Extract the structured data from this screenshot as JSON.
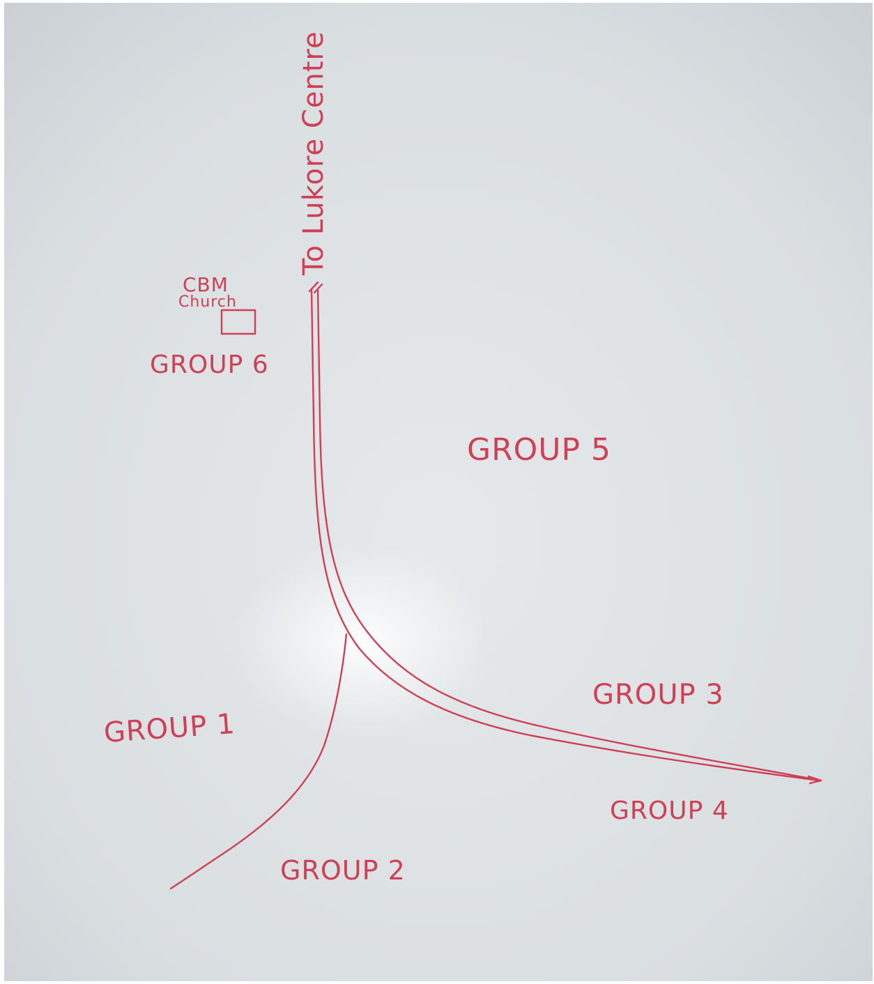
{
  "sketch": {
    "medium": "whiteboard",
    "ink_color": "#cf3f55",
    "board_color": "#dfe3e6"
  },
  "road": {
    "label": "To Lukore Centre"
  },
  "landmark": {
    "line1": "CBM",
    "line2": "Church"
  },
  "groups": {
    "group1": "GROUP 1",
    "group2": "GROUP 2",
    "group3": "GROUP 3",
    "group4": "GROUP 4",
    "group5": "GROUP 5",
    "group6": "GROUP 6"
  }
}
